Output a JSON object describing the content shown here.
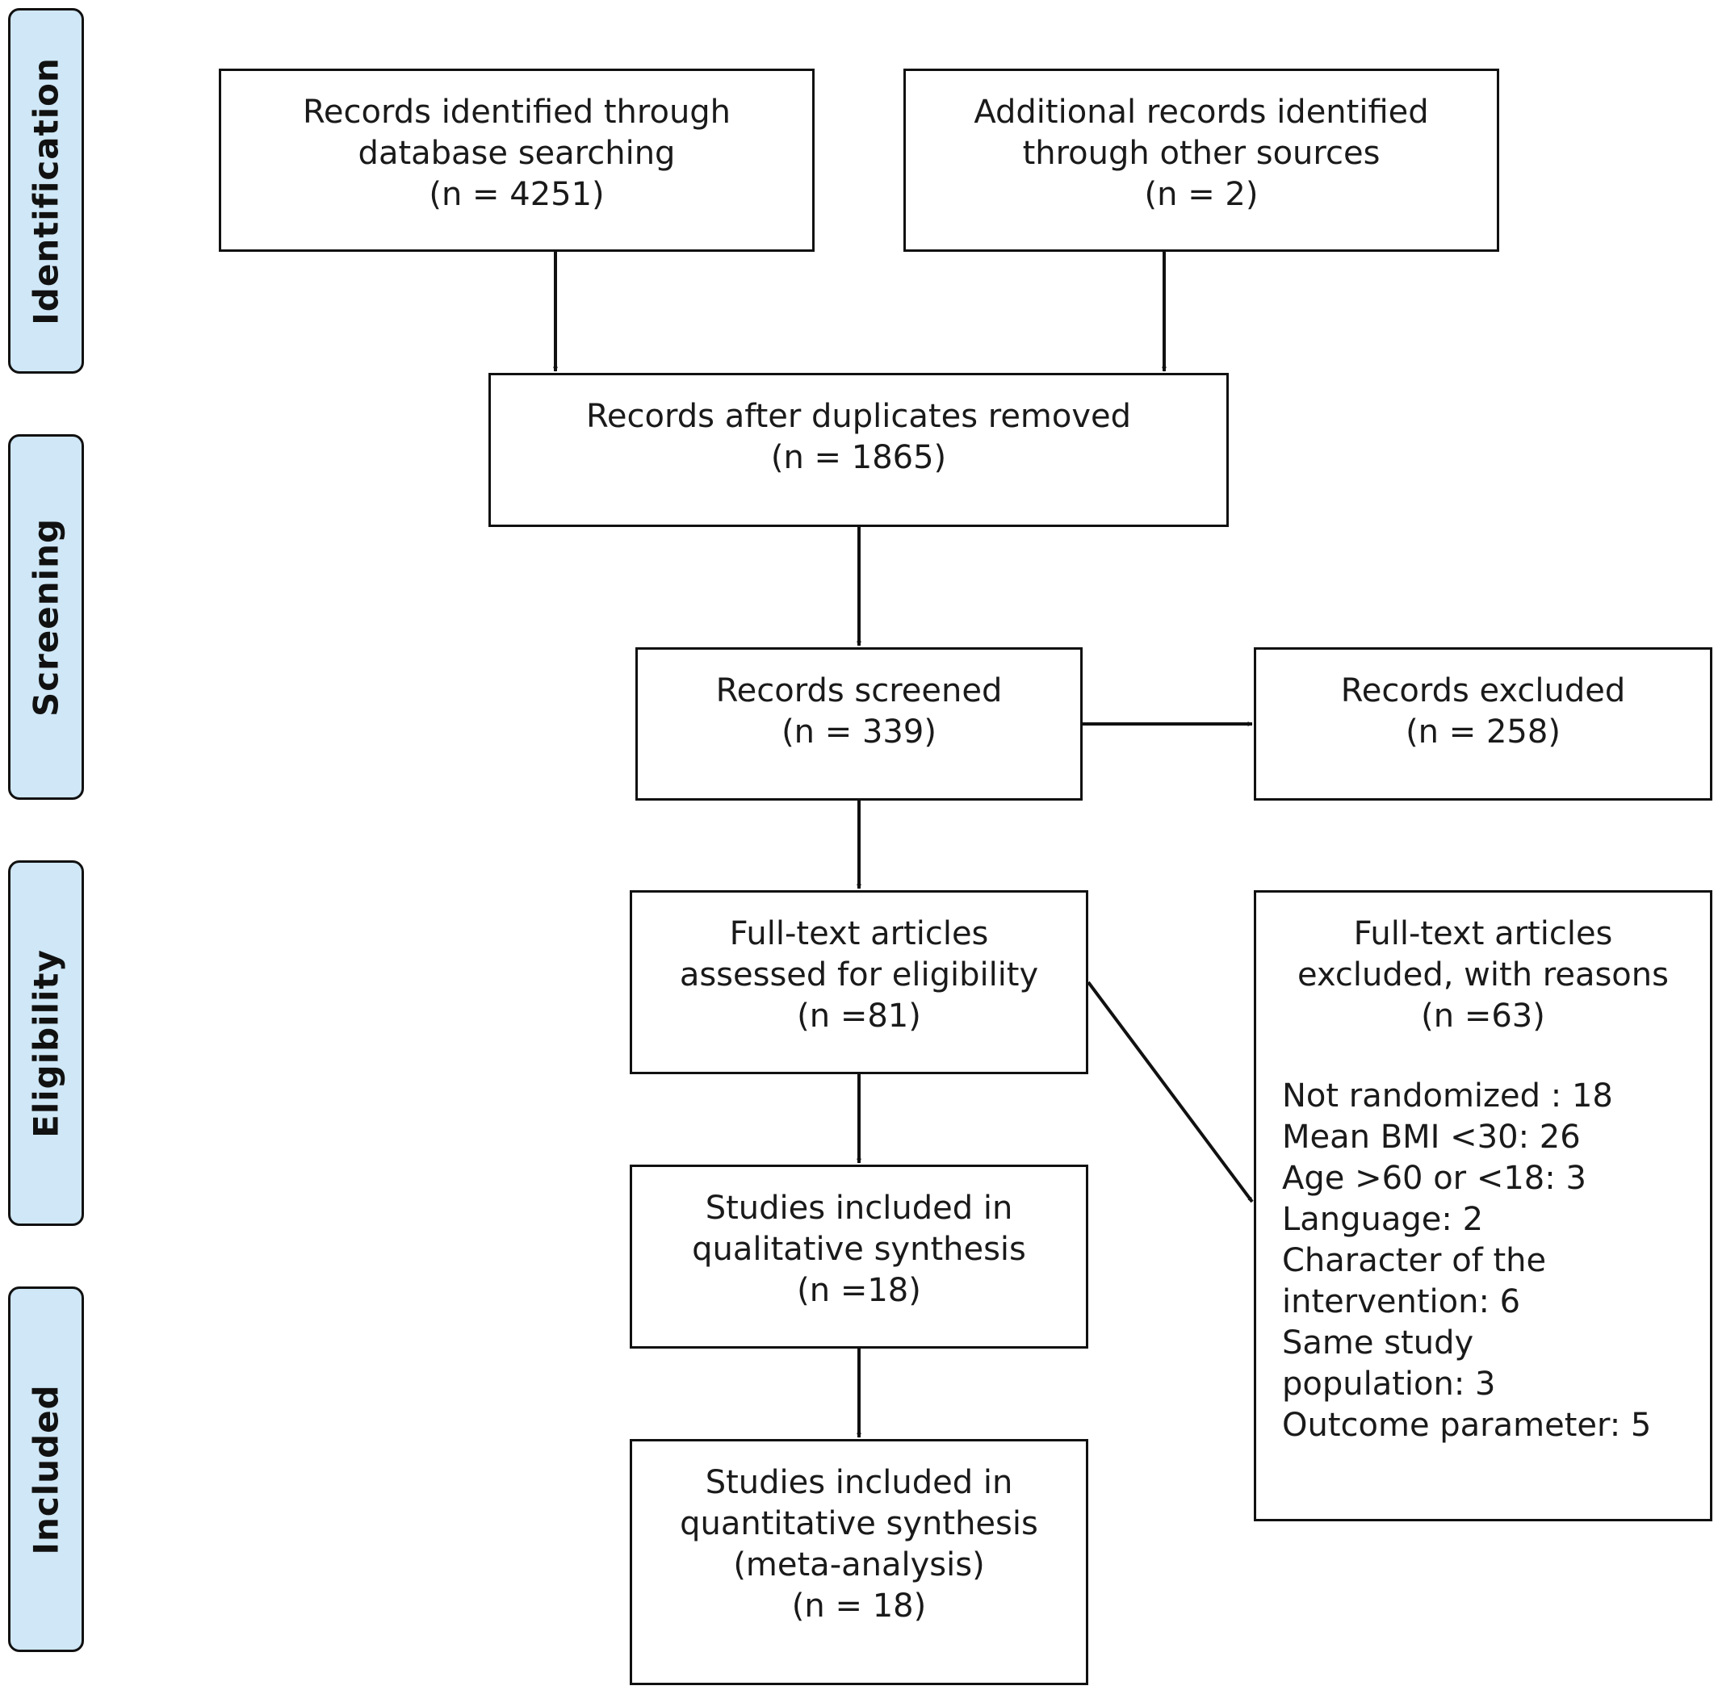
{
  "stages": {
    "identification": "Identification",
    "screening": "Screening",
    "eligibility": "Eligibility",
    "included": "Included"
  },
  "boxes": {
    "database_records": [
      "Records identified through",
      "database searching",
      "(n = 4251)"
    ],
    "other_records": [
      "Additional records identified",
      "through other sources",
      "(n = 2)"
    ],
    "after_duplicates": [
      "Records after duplicates removed",
      "(n = 1865)"
    ],
    "screened": [
      "Records screened",
      "(n = 339)"
    ],
    "excluded": [
      "Records excluded",
      "(n = 258)"
    ],
    "fulltext_assessed": [
      "Full-text articles",
      "assessed for eligibility",
      "(n =81)"
    ],
    "fulltext_excluded": [
      "Full-text articles",
      "excluded, with reasons",
      "(n =63)"
    ],
    "exclusion_reasons": [
      "Not randomized : 18",
      "Mean BMI <30: 26",
      "Age >60 or <18: 3",
      "Language: 2",
      "Character of the",
      "intervention: 6",
      "Same study",
      "population: 3",
      "Outcome parameter: 5"
    ],
    "qualitative": [
      "Studies included in",
      "qualitative synthesis",
      "(n =18)"
    ],
    "quantitative": [
      "Studies included in",
      "quantitative synthesis",
      "(meta-analysis)",
      "(n = 18)"
    ]
  }
}
